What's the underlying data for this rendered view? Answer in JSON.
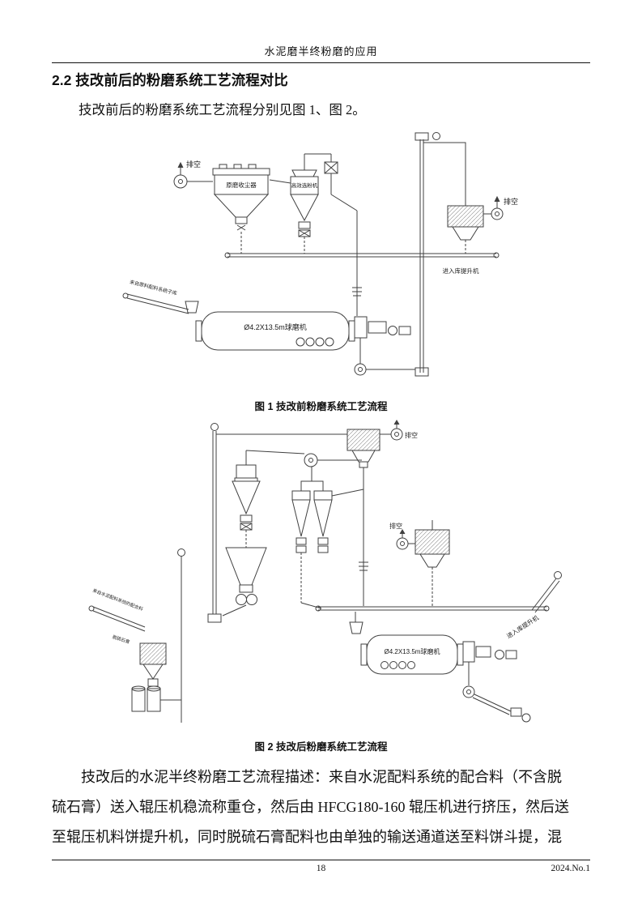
{
  "header": {
    "running_title": "水泥磨半终粉磨的应用"
  },
  "section": {
    "heading": "2.2 技改前后的粉磨系统工艺流程对比",
    "intro": "技改前后的粉磨系统工艺流程分别见图 1、图 2。"
  },
  "figure1": {
    "caption": "图 1  技改前粉磨系统工艺流程",
    "labels": {
      "vent_left": "排空",
      "dust_collector": "原磨收尘器",
      "classifier": "高效选粉机",
      "vent_right": "排空",
      "feed_note": "来自原料配料系统子库",
      "mill": "Ø4.2X13.5m球磨机",
      "elevator_note": "进入库提升机"
    }
  },
  "figure2": {
    "caption": "图 2  技改后粉磨系统工艺流程",
    "labels": {
      "vent_top": "排空",
      "vent_right": "排空",
      "feed_note": "来自水泥配料系统的配合料",
      "gypsum_note": "脱硫石膏",
      "mill": "Ø4.2X13.5m球磨机",
      "elevator_note": "进入库提升机"
    }
  },
  "body": {
    "lines": [
      "技改后的水泥半终粉磨工艺流程描述：来自水泥配料系统的配合料（不含脱",
      "硫石膏）送入辊压机稳流称重仓，然后由 HFCG180-160 辊压机进行挤压，然后送",
      "至辊压机料饼提升机，同时脱硫石膏配料也由单独的输送通道送至料饼斗提，混"
    ]
  },
  "footer": {
    "page_number": "18",
    "issue": "2024.No.1"
  }
}
